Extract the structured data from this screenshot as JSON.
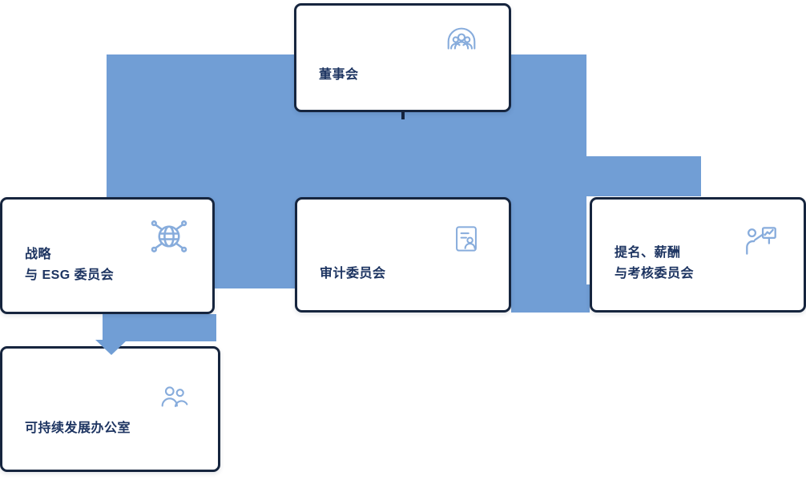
{
  "colors": {
    "connector": "#719ED5",
    "border": "#16253E",
    "text": "#1D3461",
    "icon": "#87ACDC",
    "box_bg": "#FFFFFF"
  },
  "nodes": {
    "board": {
      "label": "董事会",
      "icon": "group-icon"
    },
    "strategy": {
      "line1": "战略",
      "line2": "与 ESG 委员会",
      "icon": "globe-network-icon"
    },
    "audit": {
      "label": "审计委员会",
      "icon": "id-document-icon"
    },
    "nomination": {
      "line1": "提名、薪酬",
      "line2": "与考核委员会",
      "icon": "presenter-chart-icon"
    },
    "sustainability": {
      "label": "可持续发展办公室",
      "icon": "people-icon"
    }
  }
}
